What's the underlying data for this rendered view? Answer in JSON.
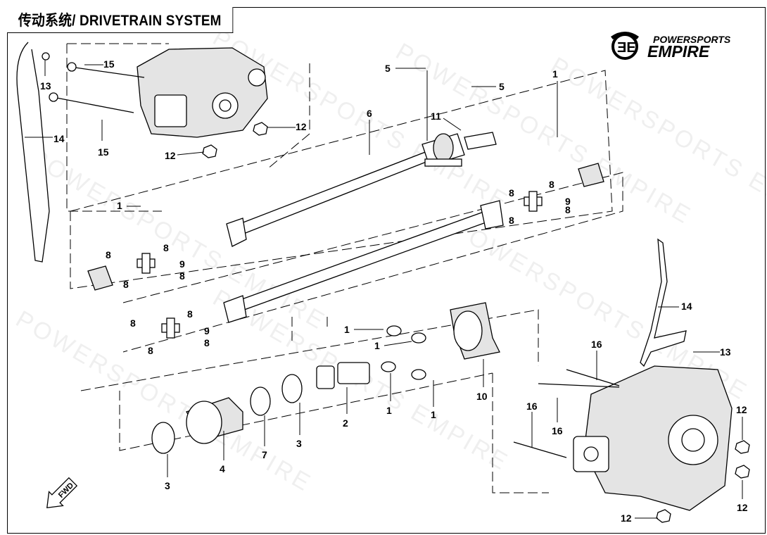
{
  "title": "传动系统/ DRIVETRAIN SYSTEM",
  "logo": {
    "line1": "POWERSPORTS",
    "line2": "EMPIRE"
  },
  "watermark": "POWERSPORTS EMPIRE",
  "fwd_label": "FWD",
  "callouts": [
    "15",
    "15",
    "13",
    "14",
    "12",
    "12",
    "5",
    "5",
    "6",
    "11",
    "1",
    "1",
    "8",
    "8",
    "9",
    "8",
    "8",
    "8",
    "8",
    "9",
    "8",
    "8",
    "8",
    "8",
    "9",
    "8",
    "8",
    "1",
    "1",
    "1",
    "1",
    "10",
    "2",
    "3",
    "7",
    "4",
    "3",
    "14",
    "13",
    "16",
    "16",
    "16",
    "12",
    "12",
    "12"
  ]
}
